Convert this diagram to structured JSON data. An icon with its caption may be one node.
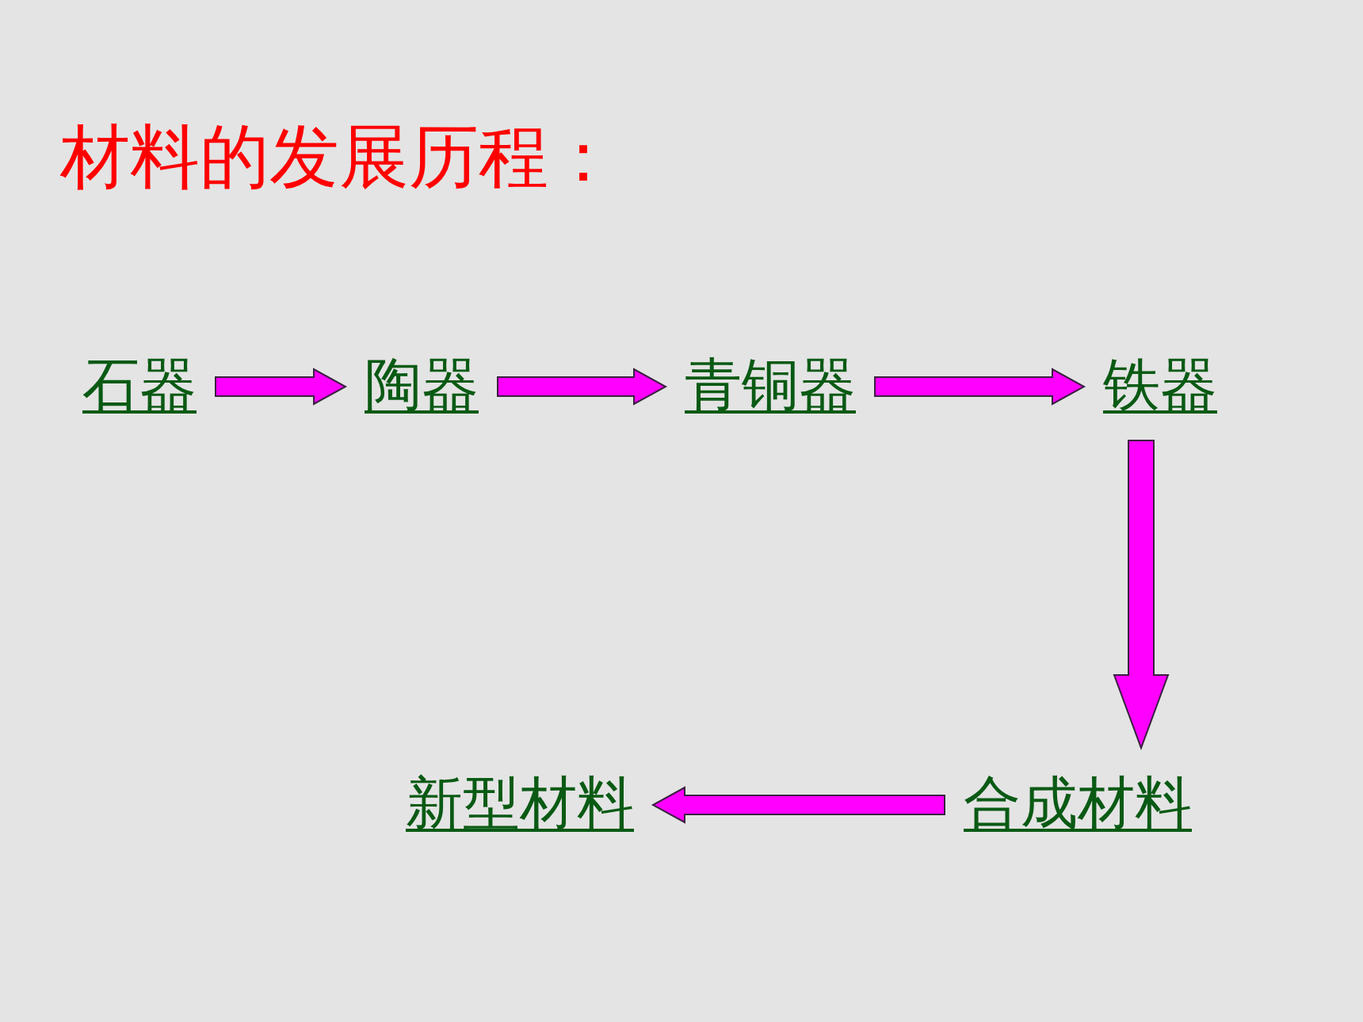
{
  "diagram": {
    "title": "材料的发展历程：",
    "nodes": [
      {
        "text": [
          "石器"
        ]
      },
      {
        "text": [
          "陶器"
        ]
      },
      {
        "text": [
          "青铜器"
        ]
      },
      {
        "text": [
          "铁器"
        ]
      },
      {
        "text": [
          "合成材料"
        ]
      },
      {
        "text": [
          "新型材料"
        ]
      }
    ],
    "edges": [
      {
        "from": 0,
        "to": 1,
        "arrow": "to"
      },
      {
        "from": 1,
        "to": 2,
        "arrow": "to"
      },
      {
        "from": 2,
        "to": 3,
        "arrow": "to"
      },
      {
        "from": 3,
        "to": 4,
        "arrow": "to"
      },
      {
        "from": 4,
        "to": 5,
        "arrow": "to"
      }
    ]
  }
}
